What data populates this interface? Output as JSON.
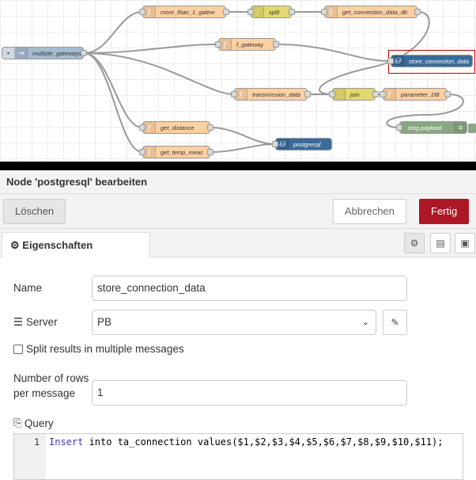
{
  "flow": {
    "nodes": {
      "multiple_gateways": "multiple_gateways",
      "more_than_1_gatew": "more_than_1_gatew",
      "split": "split",
      "get_connection_data_db": "get_connection_data_db",
      "f_gateway": "f_gateway",
      "store_connection_data": "store_connection_data",
      "transmission_data": "transmission_data",
      "join": "join",
      "parameter_DB": "parameter_DB",
      "msg_payload": "msg.payload",
      "get_distance": "get_distance",
      "postgresql": "postgresql",
      "get_temp_meas": "get_temp_meas"
    },
    "icons": {
      "function": "function-icon",
      "split": "split-icon",
      "join": "join-icon",
      "postgresql": "database-icon",
      "link": "arrow-right-icon",
      "debug": "debug-icon"
    }
  },
  "tray": {
    "title": "Node 'postgresql' bearbeiten",
    "delete_label": "Löschen",
    "cancel_label": "Abbrechen",
    "done_label": "Fertig",
    "tab_properties": "Eigenschaften",
    "form": {
      "name_label": "Name",
      "name_value": "store_connection_data",
      "server_label": "Server",
      "server_value": "PB",
      "split_label": "Split results in multiple messages",
      "split_checked": false,
      "rows_label": "Number of rows per message",
      "rows_value": "1",
      "query_label": "Query",
      "query_line_number": "1",
      "query_keyword": "Insert",
      "query_rest": " into ta_connection values($1,$2,$3,$4,$5,$6,$7,$8,$9,$10,$11);"
    }
  },
  "colors": {
    "done_button": "#ad1625",
    "function_node": "#fdd0a2",
    "split_join_node": "#e2d96e",
    "postgres_node": "#3a6b9b",
    "link_node": "#a6bbcf",
    "debug_node": "#87a980",
    "selection_highlight": "#c00000"
  }
}
